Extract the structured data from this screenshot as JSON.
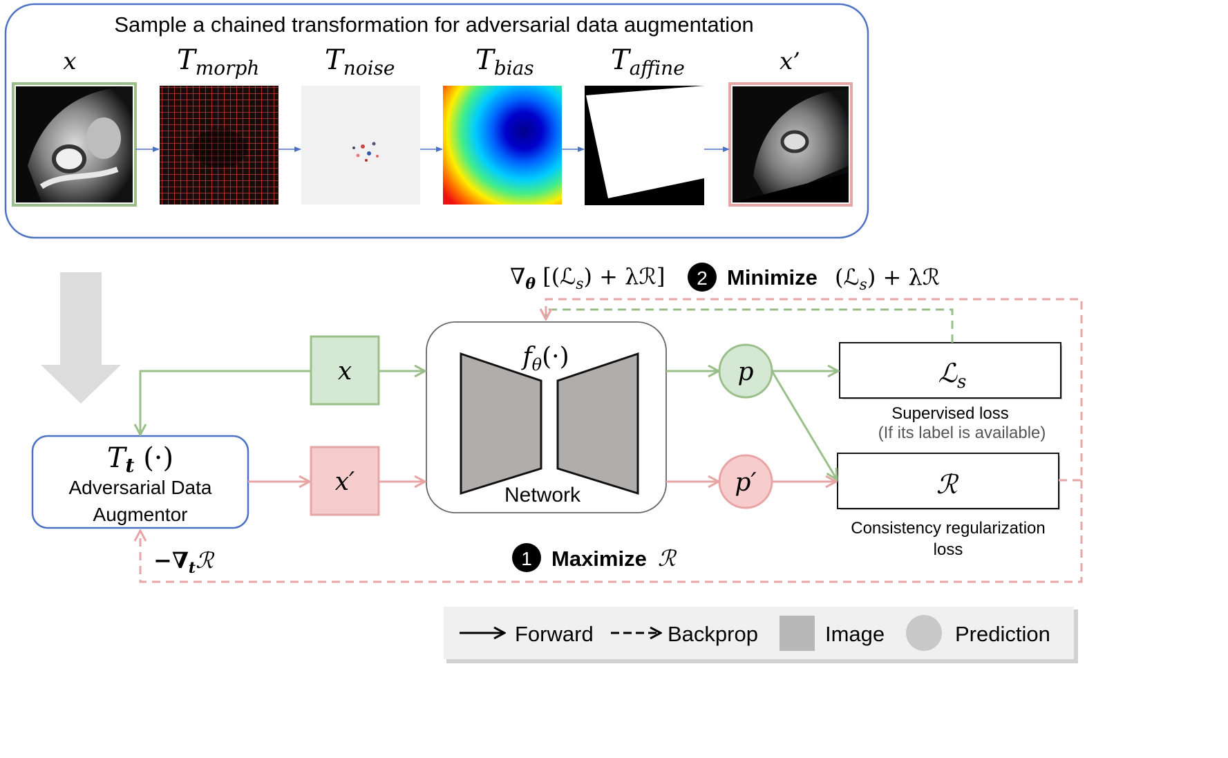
{
  "top_panel": {
    "title": "Sample a chained transformation for adversarial data augmentation",
    "steps": [
      {
        "symbol": "x",
        "subscript": ""
      },
      {
        "symbol": "T",
        "subscript": "morph"
      },
      {
        "symbol": "T",
        "subscript": "noise"
      },
      {
        "symbol": "T",
        "subscript": "bias"
      },
      {
        "symbol": "T",
        "subscript": "affine"
      },
      {
        "symbol": "x’",
        "subscript": ""
      }
    ]
  },
  "augmentor": {
    "symbol": "T",
    "subscript": "t",
    "arg": " (·)",
    "line1": "Adversarial Data",
    "line2": "Augmentor"
  },
  "image_nodes": {
    "x": "x",
    "x_prime": "x′"
  },
  "network": {
    "func": "f",
    "func_sub": "θ",
    "func_arg": "(·)",
    "label": "Network"
  },
  "prediction_nodes": {
    "p": "p",
    "p_prime": "p′"
  },
  "losses": {
    "supervised": {
      "symbol": "ℒ",
      "subscript": "s",
      "label": "Supervised loss",
      "note": "(If its label is available)"
    },
    "consistency": {
      "symbol": "ℛ",
      "label1": "Consistency regularization",
      "label2": "loss"
    }
  },
  "minimize": {
    "grad_label": "∇",
    "grad_sub": "θ",
    "grad_expr": " [(ℒ",
    "grad_expr_sub": "s",
    "grad_expr_end": ") + λℛ]",
    "step": "2",
    "word": "Minimize",
    "expr": "(ℒ",
    "expr_sub": "s",
    "expr_end": ") + λℛ"
  },
  "maximize": {
    "step": "1",
    "word": "Maximize",
    "expr": "ℛ"
  },
  "adv_grad": {
    "prefix": "−∇",
    "sub": "t",
    "sym": "ℛ"
  },
  "legend": {
    "forward": "Forward",
    "backprop": "Backprop",
    "image": "Image",
    "prediction": "Prediction"
  },
  "colors": {
    "green_fill": "#d5e8d4",
    "green_stroke": "#9bbf8a",
    "red_fill": "#f6cccc",
    "red_stroke": "#e8a5a5",
    "blue_stroke": "#4d72c4",
    "gray": "#b0adad"
  }
}
